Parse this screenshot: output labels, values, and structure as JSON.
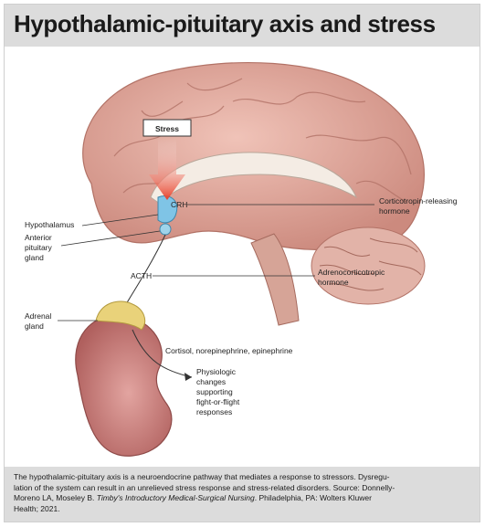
{
  "title": "Hypothalamic-pituitary axis and stress",
  "labels": {
    "stress": "Stress",
    "crh": "CRH",
    "crh_full_1": "Corticotropin-releasing",
    "crh_full_2": "hormone",
    "hypothalamus": "Hypothalamus",
    "anterior_1": "Anterior",
    "anterior_2": "pituitary",
    "anterior_3": "gland",
    "acth": "ACTH",
    "acth_full_1": "Adrenocorticotropic",
    "acth_full_2": "hormone",
    "adrenal_1": "Adrenal",
    "adrenal_2": "gland",
    "hormones": "Cortisol, norepinephrine, epinephrine",
    "physio_1": "Physiologic",
    "physio_2": "changes",
    "physio_3": "supporting",
    "physio_4": "fight-or-flight",
    "physio_5": "responses"
  },
  "caption": {
    "text1": "The hypothalamic-pituitary axis is a neuroendocrine pathway that mediates a response to stressors. Dysregu-",
    "text2": "lation of the system can result in an unrelieved stress response and stress-related disorders. Source: Donnelly-",
    "text3a": "Moreno LA, Moseley B. ",
    "text3_italic": "Timby's Introductory Medical-Surgical Nursing",
    "text3b": ". Philadelphia, PA: Wolters Kluwer",
    "text4": "Health; 2021."
  },
  "colors": {
    "title_bar": "#dcdcdc",
    "brain": "#dea59a",
    "arrow": "#e8412a",
    "kidney": "#c97a78",
    "adrenal": "#e9d27a",
    "hypothalamus": "#7fc4e6"
  }
}
